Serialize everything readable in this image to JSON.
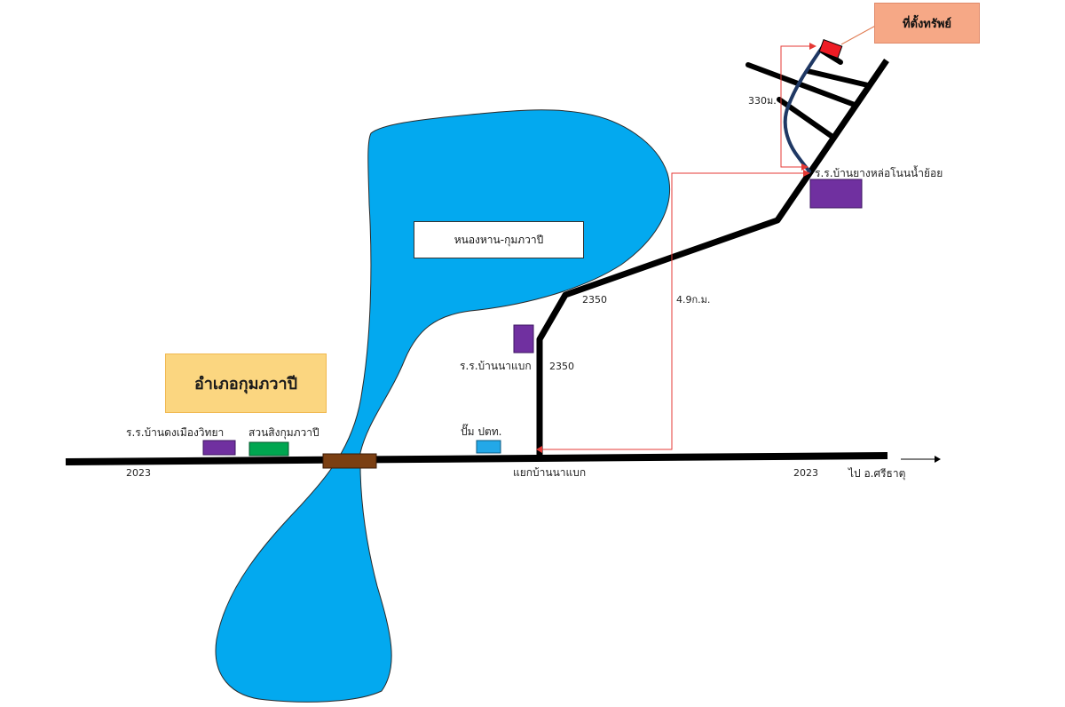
{
  "district_label": "อำเภอกุมภวาปี",
  "lake_label": "หนองหาน-กุมภวาปี",
  "property_label": "ที่ตั้งทรัพย์",
  "places": {
    "school_dong_mueang": "ร.ร.บ้านดงเมืองวิทยา",
    "park_kumphawapi": "สวนสิงกุมภวาปี",
    "gas_station": "ปั๊ม ปตท.",
    "school_na_baek": "ร.ร.บ้านนาแบก",
    "school_yang_lo": "ร.ร.บ้านยางหล่อโนนน้ำย้อย"
  },
  "roads": {
    "route_2023_west": "2023",
    "route_2023_east": "2023",
    "route_2350_upper": "2350",
    "route_2350_lower": "2350",
    "junction": "แยกบ้านนาแบก",
    "to_si_that": "ไป อ.ศรีธาตุ"
  },
  "distances": {
    "main": "4.9ก.ม.",
    "access": "330ม."
  },
  "colors": {
    "water": "#03a9ef",
    "road": "#000000",
    "school": "#7030a0",
    "park": "#00a650",
    "gas_station": "#23a8e8",
    "bridge": "#7b3f12",
    "distance_marker": "#e53935",
    "access_road": "#1f3864",
    "property": "#ee1c25"
  }
}
